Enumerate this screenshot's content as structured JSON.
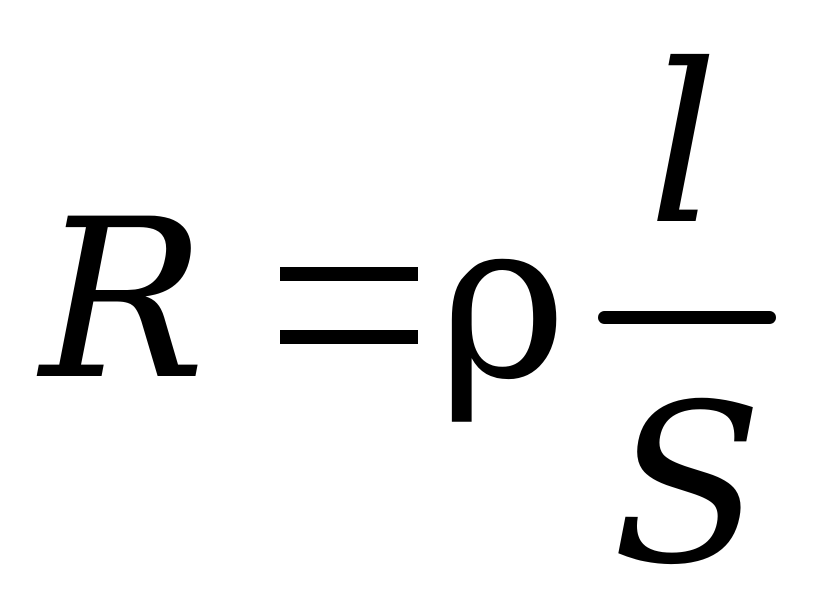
{
  "formula": {
    "lhs_symbol": "R",
    "rho_symbol": "ρ",
    "numerator_symbol": "l",
    "denominator_symbol": "S"
  }
}
